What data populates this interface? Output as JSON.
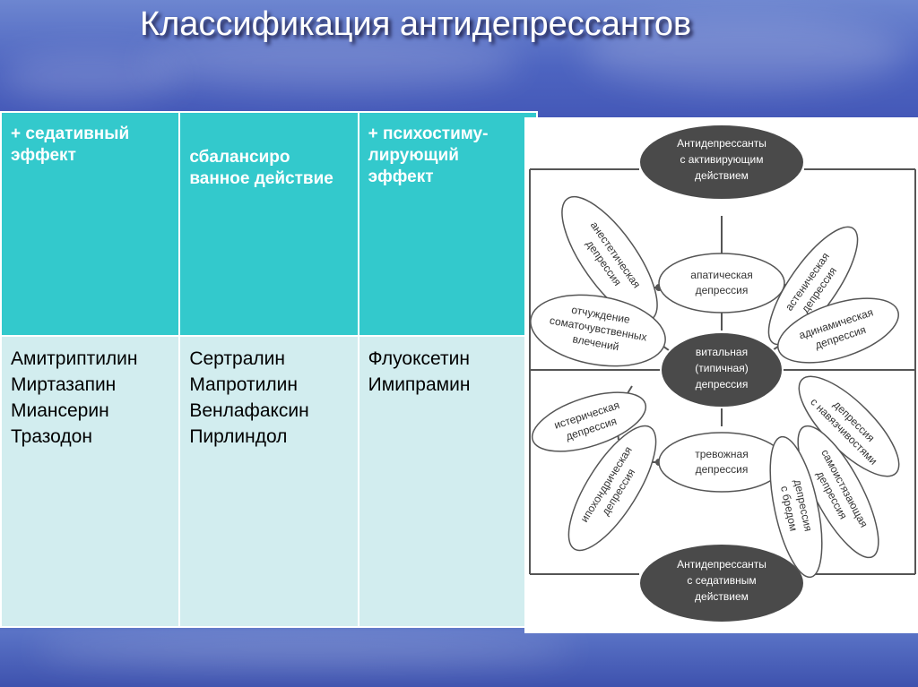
{
  "title": "Классификация антидепрессантов",
  "table": {
    "headers": [
      "+ седативный эффект",
      "сбалансиро ванное действие",
      "+ психостиму-лирующий эффект"
    ],
    "columns": [
      [
        "Амитриптилин",
        "Миртазапин",
        "Миансерин",
        "Тразодон"
      ],
      [
        "Сертралин",
        "Мапротилин",
        "Венлафаксин",
        "Пирлиндол"
      ],
      [
        "Флуоксетин",
        "Имипрамин"
      ]
    ]
  },
  "diagram": {
    "top_node": [
      "Антидепрессанты",
      "с активирующим",
      "действием"
    ],
    "bottom_node": [
      "Антидепрессанты",
      "с седативным",
      "действием"
    ],
    "center_node": [
      "витальная",
      "(типичная)",
      "депрессия"
    ],
    "apathetic": [
      "апатическая",
      "депрессия"
    ],
    "anxious": [
      "тревожная",
      "депрессия"
    ],
    "anesthetic": [
      "анестетическая",
      "депрессия"
    ],
    "asthenic": [
      "астеническая",
      "депрессия"
    ],
    "adynamic": [
      "адинамическая",
      "депрессия"
    ],
    "alienation": [
      "отчуждение",
      "соматочувственных",
      "влечений"
    ],
    "hysteric": [
      "истерическая",
      "депрессия"
    ],
    "hypochondriac": [
      "ипохондрическая",
      "депрессия"
    ],
    "obsessive": [
      "депрессия",
      "с навязчивостями"
    ],
    "self_torment": [
      "самоистязающая",
      "депрессия"
    ],
    "delusional": [
      "депрессия",
      "с бредом"
    ]
  },
  "colors": {
    "header_cell": "#33c9cc",
    "body_cell": "#d2edef",
    "dark_node": "#4a4a4a",
    "light_node_border": "#555555"
  }
}
